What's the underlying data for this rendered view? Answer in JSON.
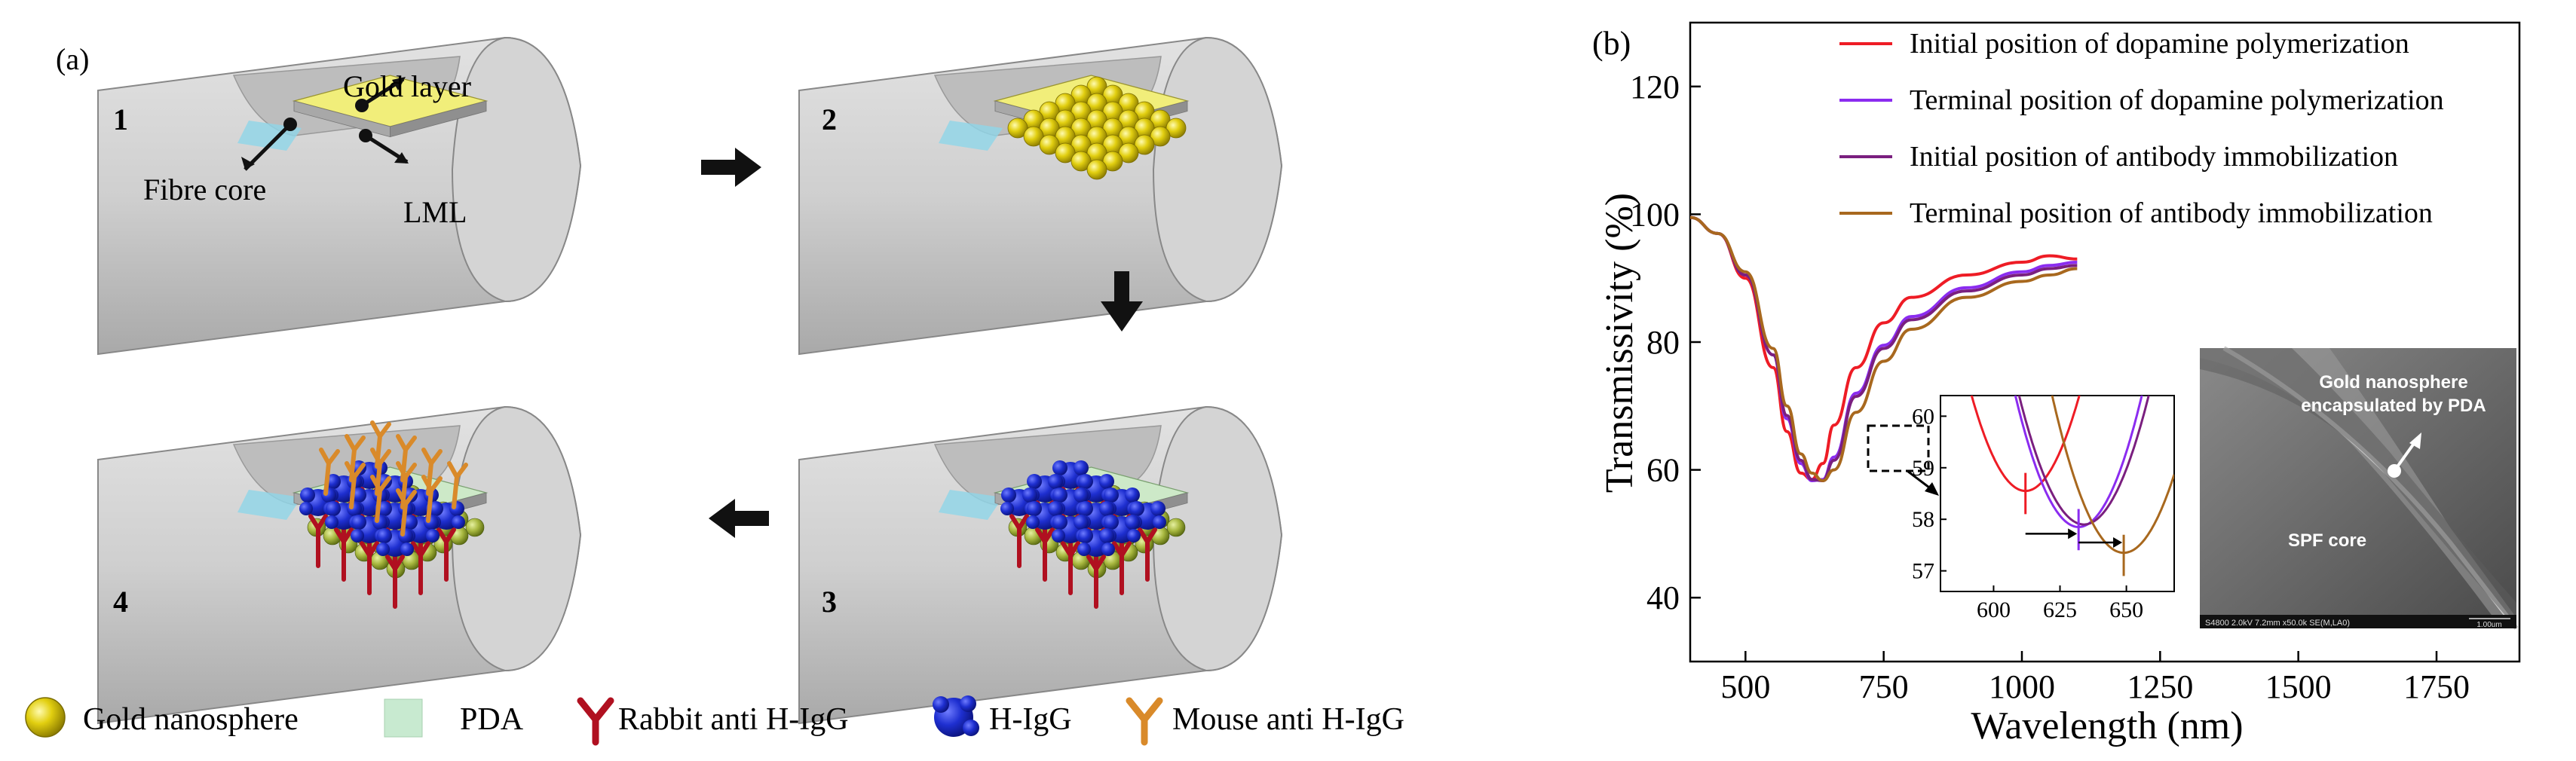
{
  "panel_a": {
    "label": "(a)",
    "steps": [
      "1",
      "2",
      "3",
      "4"
    ],
    "callouts": {
      "gold_layer": "Gold layer",
      "fibre_core": "Fibre core",
      "lml": "LML"
    }
  },
  "legend_a": [
    {
      "label": "Gold nanosphere",
      "icon": "gold-nanosphere-icon",
      "color": "#d9c200"
    },
    {
      "label": "PDA",
      "icon": "pda-square-icon",
      "color": "#c8ead0"
    },
    {
      "label": "Rabbit anti H-IgG",
      "icon": "y-antibody-icon",
      "color": "#b01020"
    },
    {
      "label": "H-IgG",
      "icon": "blue-protein-icon",
      "color": "#1e2fd0"
    },
    {
      "label": "Mouse anti H-IgG",
      "icon": "y-antibody-icon",
      "color": "#d98a2a"
    }
  ],
  "panel_b": {
    "label": "(b)",
    "inset_sem": {
      "annotation_line1": "Gold nanosphere",
      "annotation_line2": "encapsulated by PDA",
      "core_label": "SPF core",
      "scale_text": "S4800 2.0kV 7.2mm x50.0k SE(M,LA0)",
      "scale_bar": "1.00um"
    }
  },
  "chart_data": [
    {
      "type": "line",
      "title": "",
      "xlabel": "Wavelength (nm)",
      "ylabel": "Transmissivity (%)",
      "xlim": [
        400,
        1900
      ],
      "ylim": [
        30,
        130
      ],
      "xticks": [
        500,
        750,
        1000,
        1250,
        1500,
        1750
      ],
      "yticks": [
        40,
        60,
        80,
        100,
        120
      ],
      "grid": false,
      "legend_position": "top-right",
      "series": [
        {
          "name": "Initial position of dopamine polymerization",
          "color": "#ee1c25",
          "x": [
            400,
            450,
            500,
            550,
            575,
            600,
            620,
            640,
            660,
            700,
            750,
            800,
            900,
            1000,
            1050,
            1100
          ],
          "y": [
            99.5,
            97,
            90,
            76,
            66,
            59.5,
            58.5,
            61,
            67,
            76,
            83,
            87,
            90.5,
            92.5,
            93.5,
            93
          ]
        },
        {
          "name": "Terminal position of dopamine polymerization",
          "color": "#8b2cf0",
          "x": [
            400,
            450,
            500,
            550,
            575,
            600,
            620,
            640,
            660,
            700,
            750,
            800,
            900,
            1000,
            1050,
            1100
          ],
          "y": [
            99.5,
            97,
            90.5,
            78,
            68,
            61,
            58.3,
            58.5,
            62,
            72,
            79.5,
            84,
            88.5,
            91,
            92,
            92.5
          ]
        },
        {
          "name": "Initial position of antibody immobilization",
          "color": "#7a1f7f",
          "x": [
            400,
            450,
            500,
            550,
            575,
            600,
            620,
            640,
            660,
            700,
            750,
            800,
            900,
            1000,
            1050,
            1100
          ],
          "y": [
            99.5,
            97,
            90.5,
            78,
            68.5,
            61.5,
            58.5,
            58.3,
            61.5,
            71.5,
            79,
            83.5,
            88,
            90.5,
            91.5,
            92
          ]
        },
        {
          "name": "Terminal position of antibody immobilization",
          "color": "#a8681e",
          "x": [
            400,
            450,
            500,
            550,
            575,
            600,
            620,
            640,
            660,
            700,
            750,
            800,
            900,
            1000,
            1050,
            1100
          ],
          "y": [
            99.5,
            97,
            91,
            79,
            70,
            62.5,
            59.5,
            58.3,
            60,
            69,
            77,
            82,
            87,
            89.5,
            90.5,
            91.5
          ]
        }
      ]
    },
    {
      "type": "line",
      "title": "",
      "xlabel": "",
      "ylabel": "",
      "xlim": [
        580,
        668
      ],
      "ylim": [
        56.6,
        60.4
      ],
      "xticks": [
        600,
        625,
        650
      ],
      "yticks": [
        57,
        58,
        59,
        60
      ],
      "grid": false,
      "series": [
        {
          "color": "#ee1c25",
          "center": 612,
          "min": 58.55,
          "k": 0.0045
        },
        {
          "color": "#8b2cf0",
          "center": 632,
          "min": 57.85,
          "k": 0.0045
        },
        {
          "color": "#7a1f7f",
          "center": 634,
          "min": 57.9,
          "k": 0.0042
        },
        {
          "color": "#a8681e",
          "center": 649,
          "min": 57.35,
          "k": 0.0042
        }
      ],
      "markers": [
        612,
        632,
        649
      ]
    }
  ]
}
